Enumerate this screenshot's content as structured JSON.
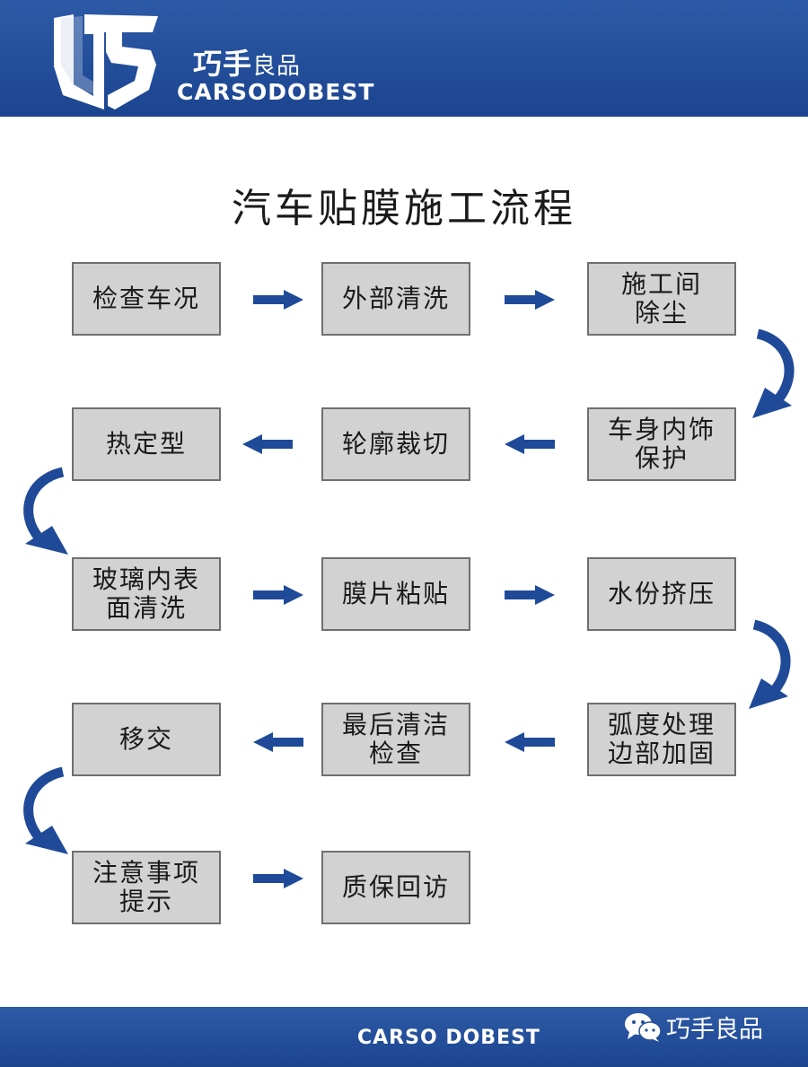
{
  "header": {
    "brand_cn_main": "巧手",
    "brand_cn_sub": "良品",
    "brand_en": "CARSODOBEST"
  },
  "title": "汽车贴膜施工流程",
  "steps": [
    "检查车况",
    "外部清洗",
    "施工间\n除尘",
    "车身内饰\n保护",
    "轮廓裁切",
    "热定型",
    "玻璃内表\n面清洗",
    "膜片粘贴",
    "水份挤压",
    "弧度处理\n边部加固",
    "最后清洁\n检查",
    "移交",
    "注意事项\n提示",
    "质保回访"
  ],
  "footer": {
    "brand": "CARSO DOBEST",
    "wechat_label": "巧手良品"
  },
  "colors": {
    "header_blue": "#234e9a",
    "arrow_blue": "#1f4a98",
    "box_fill": "#d2d2d2"
  }
}
